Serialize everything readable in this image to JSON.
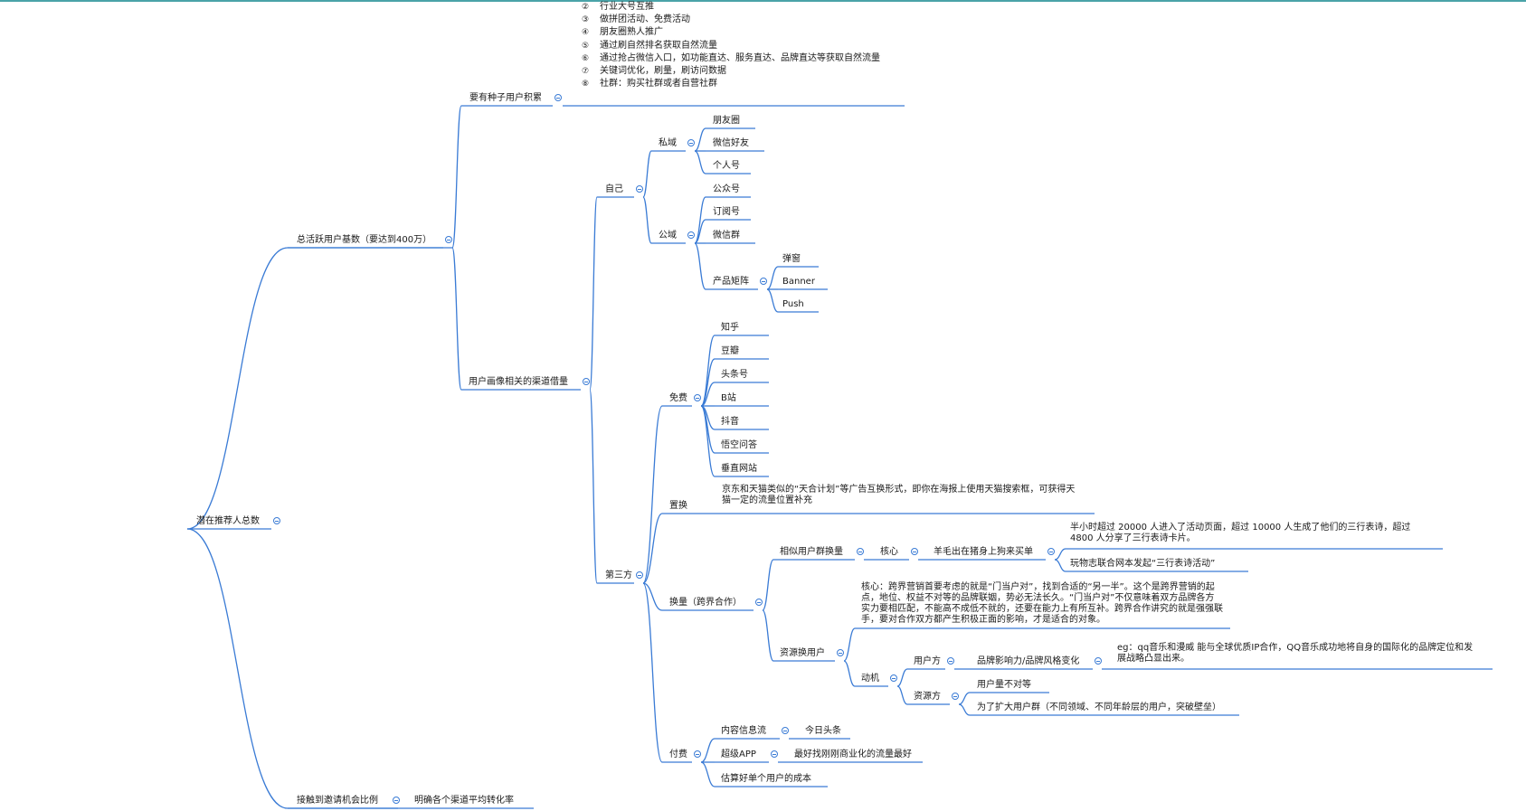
{
  "nodes": {
    "root": "潜在推荐人总数",
    "b1": "总活跃用户基数（要达到400万）",
    "b2": "接触到邀请机会比例",
    "b2a": "明确各个渠道平均转化率",
    "seed": "要有种子用户积累",
    "seed_list": [
      {
        "n": "②",
        "t": "行业大号互推"
      },
      {
        "n": "③",
        "t": "做拼团活动、免费活动"
      },
      {
        "n": "④",
        "t": "朋友圈熟人推广"
      },
      {
        "n": "⑤",
        "t": "通过刷自然排名获取自然流量"
      },
      {
        "n": "⑥",
        "t": "通过抢占微信入口，如功能直达、服务直达、品牌直达等获取自然流量"
      },
      {
        "n": "⑦",
        "t": "关键词优化，刷量，刷访问数据"
      },
      {
        "n": "⑧",
        "t": "社群：购买社群或者自营社群"
      }
    ],
    "channel": "用户画像相关的渠道借量",
    "self": "自己",
    "private": "私域",
    "p1": "朋友圈",
    "p2": "微信好友",
    "p3": "个人号",
    "public": "公域",
    "pub1": "公众号",
    "pub2": "订阅号",
    "pub3": "微信群",
    "matrix": "产品矩阵",
    "m1": "弹窗",
    "m2": "Banner",
    "m3": "Push",
    "third": "第三方",
    "free": "免费",
    "f1": "知乎",
    "f2": "豆瓣",
    "f3": "头条号",
    "f4": "B站",
    "f5": "抖音",
    "f6": "悟空问答",
    "f7": "垂直网站",
    "replace": "置换",
    "replace_note": "京东和天猫类似的“天合计划”等广告互换形式，即你在海报上使用天猫搜索框，可获得天猫一定的流量位置补充",
    "swap": "换量（跨界合作）",
    "similar": "相似用户群换量",
    "core": "核心",
    "wool": "羊毛出在猪身上狗来买单",
    "wool1": "半小时超过 20000 人进入了活动页面，超过 10000 人生成了他们的三行表诗，超过 4800 人分享了三行表诗卡片。",
    "wool2": "玩物志联合网本发起“三行表诗活动”",
    "resource": "资源换用户",
    "resource_note": "核心：跨界营销首要考虑的就是“门当户对”，找到合适的“另一半”。这个是跨界营销的起点，地位、权益不对等的品牌联姻，势必无法长久。“门当户对”不仅意味着双方品牌各方实力要相匹配，不能高不成低不就的，还要在能力上有所互补。跨界合作讲究的就是强强联手，要对合作双方都产生积极正面的影响，才是适合的对象。",
    "motive": "动机",
    "userside": "用户方",
    "brand": "品牌影响力/品牌风格变化",
    "eg": "eg：qq音乐和漫威 能与全球优质IP合作，QQ音乐成功地将自身的国际化的品牌定位和发展战略凸显出来。",
    "resside": "资源方",
    "r1": "用户量不对等",
    "r2": "为了扩大用户群（不同领域、不同年龄层的用户，突破壁垒）",
    "paid": "付费",
    "info": "内容信息流",
    "toutiao": "今日头条",
    "superapp": "超级APP",
    "superapp_note": "最好找刚刚商业化的流量最好",
    "cost": "估算好单个用户的成本"
  },
  "colors": {
    "edge": "#3a7bd5",
    "text": "#1a1a1a",
    "topline": "#4aa3a8"
  }
}
